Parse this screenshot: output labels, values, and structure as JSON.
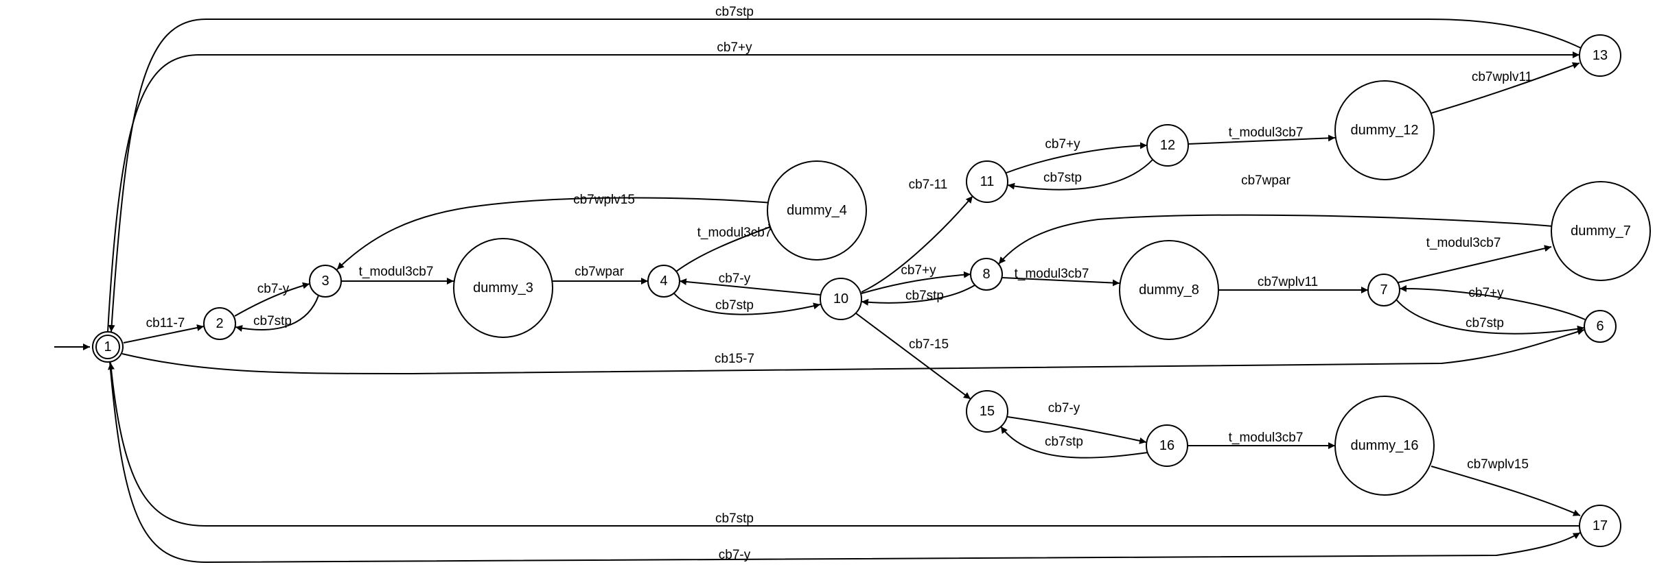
{
  "diagram": {
    "type": "finite-state-machine",
    "accepting_states": [
      "1"
    ],
    "start_state": "1",
    "nodes": [
      {
        "id": "1",
        "label": "1"
      },
      {
        "id": "2",
        "label": "2"
      },
      {
        "id": "3",
        "label": "3"
      },
      {
        "id": "dummy_3",
        "label": "dummy_3"
      },
      {
        "id": "4",
        "label": "4"
      },
      {
        "id": "dummy_4",
        "label": "dummy_4"
      },
      {
        "id": "10",
        "label": "10"
      },
      {
        "id": "11",
        "label": "11"
      },
      {
        "id": "12",
        "label": "12"
      },
      {
        "id": "dummy_12",
        "label": "dummy_12"
      },
      {
        "id": "13",
        "label": "13"
      },
      {
        "id": "8",
        "label": "8"
      },
      {
        "id": "dummy_8",
        "label": "dummy_8"
      },
      {
        "id": "7",
        "label": "7"
      },
      {
        "id": "dummy_7",
        "label": "dummy_7"
      },
      {
        "id": "6",
        "label": "6"
      },
      {
        "id": "15",
        "label": "15"
      },
      {
        "id": "16",
        "label": "16"
      },
      {
        "id": "dummy_16",
        "label": "dummy_16"
      },
      {
        "id": "17",
        "label": "17"
      }
    ],
    "edges": [
      {
        "id": "13-1-stp",
        "from": "13",
        "to": "1",
        "label": "cb7stp"
      },
      {
        "id": "1-13-y",
        "from": "1",
        "to": "13",
        "label": "cb7+y"
      },
      {
        "id": "1-2",
        "from": "1",
        "to": "2",
        "label": "cb11-7"
      },
      {
        "id": "2-3",
        "from": "2",
        "to": "3",
        "label": "cb7-y"
      },
      {
        "id": "3-2",
        "from": "3",
        "to": "2",
        "label": "cb7stp"
      },
      {
        "id": "3-d3",
        "from": "3",
        "to": "dummy_3",
        "label": "t_modul3cb7"
      },
      {
        "id": "d3-4",
        "from": "dummy_3",
        "to": "4",
        "label": "cb7wpar"
      },
      {
        "id": "4-d4",
        "from": "4",
        "to": "dummy_4",
        "label": "t_modul3cb7"
      },
      {
        "id": "d4-3",
        "from": "dummy_4",
        "to": "3",
        "label": "cb7wplv15"
      },
      {
        "id": "10-4",
        "from": "10",
        "to": "4",
        "label": "cb7-y"
      },
      {
        "id": "4-10",
        "from": "4",
        "to": "10",
        "label": "cb7stp"
      },
      {
        "id": "10-11",
        "from": "10",
        "to": "11",
        "label": "cb7-11"
      },
      {
        "id": "11-12",
        "from": "11",
        "to": "12",
        "label": "cb7+y"
      },
      {
        "id": "12-11",
        "from": "12",
        "to": "11",
        "label": "cb7stp"
      },
      {
        "id": "12-d12",
        "from": "12",
        "to": "dummy_12",
        "label": "t_modul3cb7"
      },
      {
        "id": "d12-13",
        "from": "dummy_12",
        "to": "13",
        "label": "cb7wplv11"
      },
      {
        "id": "10-8",
        "from": "10",
        "to": "8",
        "label": "cb7+y"
      },
      {
        "id": "8-10",
        "from": "8",
        "to": "10",
        "label": "cb7stp"
      },
      {
        "id": "d7-8",
        "from": "dummy_7",
        "to": "8",
        "label": "cb7wpar"
      },
      {
        "id": "8-d8",
        "from": "8",
        "to": "dummy_8",
        "label": "t_modul3cb7"
      },
      {
        "id": "d8-7",
        "from": "dummy_8",
        "to": "7",
        "label": "cb7wplv11"
      },
      {
        "id": "7-d7",
        "from": "7",
        "to": "dummy_7",
        "label": "t_modul3cb7"
      },
      {
        "id": "6-7",
        "from": "6",
        "to": "7",
        "label": "cb7+y"
      },
      {
        "id": "7-6",
        "from": "7",
        "to": "6",
        "label": "cb7stp"
      },
      {
        "id": "1-6",
        "from": "1",
        "to": "6",
        "label": "cb15-7"
      },
      {
        "id": "10-15",
        "from": "10",
        "to": "15",
        "label": "cb7-15"
      },
      {
        "id": "15-16",
        "from": "15",
        "to": "16",
        "label": "cb7-y"
      },
      {
        "id": "16-15",
        "from": "16",
        "to": "15",
        "label": "cb7stp"
      },
      {
        "id": "16-d16",
        "from": "16",
        "to": "dummy_16",
        "label": "t_modul3cb7"
      },
      {
        "id": "d16-17",
        "from": "dummy_16",
        "to": "17",
        "label": "cb7wplv15"
      },
      {
        "id": "17-1-stp",
        "from": "17",
        "to": "1",
        "label": "cb7stp"
      },
      {
        "id": "1-17-y",
        "from": "1",
        "to": "17",
        "label": "cb7-y"
      }
    ]
  }
}
